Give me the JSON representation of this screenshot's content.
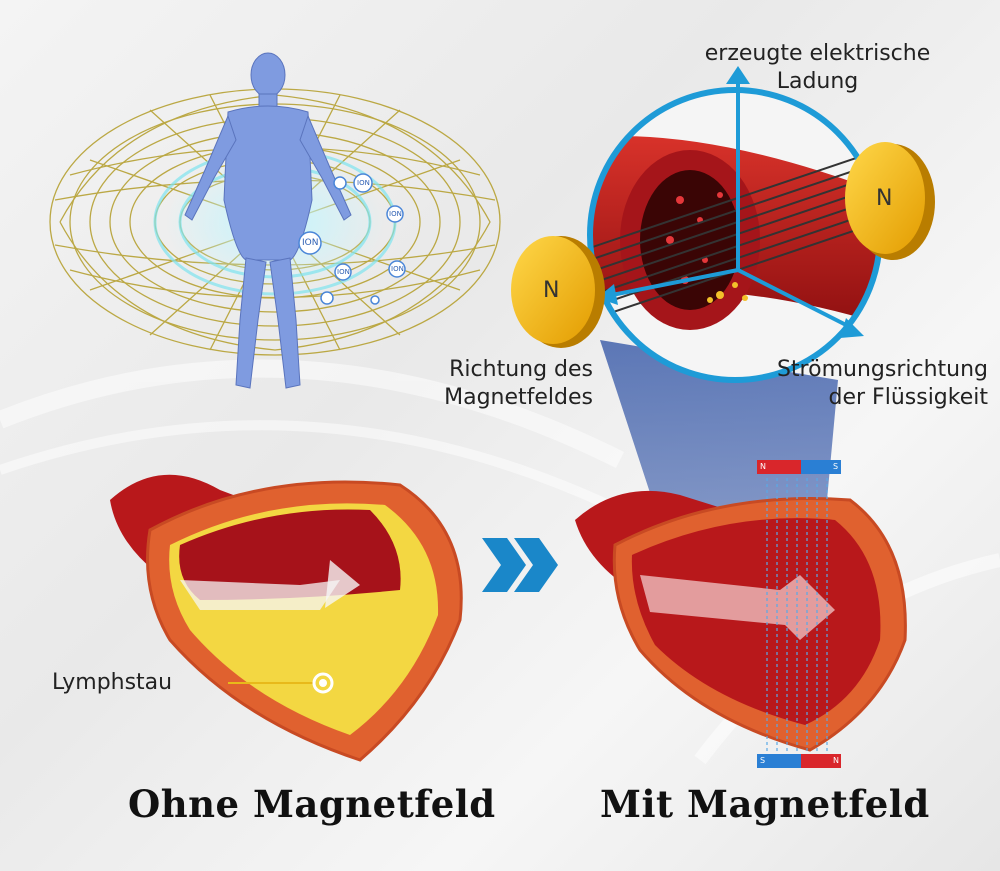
{
  "labels": {
    "charge": [
      "erzeugte elektrische",
      "Ladung"
    ],
    "field_direction": [
      "Richtung des",
      "Magnetfeldes"
    ],
    "flow_direction": [
      "Strömungsrichtung",
      "der Flüssigkeit"
    ],
    "lymphstau": "Lymphstau",
    "magnet_pole": "N",
    "ion_badge": "ION",
    "strip_north": "N",
    "strip_south": "S"
  },
  "titles": {
    "without": "Ohne Magnetfeld",
    "with": "Mit Magnetfeld"
  },
  "colors": {
    "vessel_red": "#c8201c",
    "vessel_dark": "#8e0f10",
    "plaque_yellow": "#f3d742",
    "axis_blue": "#1e9bd7",
    "magnet_gold": "#f2b705",
    "chevron_blue": "#1a87c9",
    "torus_lines": "#b9a53c",
    "human_blue": "#7f9be0"
  },
  "icons": {
    "next": "double-chevron-right-icon"
  }
}
